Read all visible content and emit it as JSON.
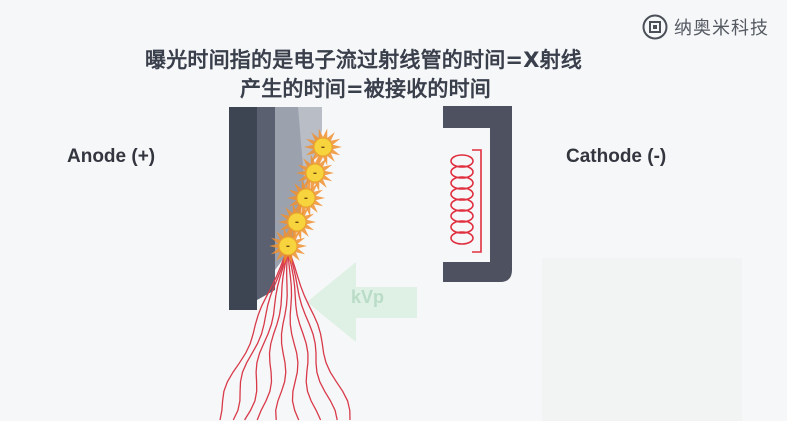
{
  "header": {
    "title_line1": "曝光时间指的是电子流过射线管的时间=X射线",
    "title_line2": "产生的时间=被接收的时间"
  },
  "logo": {
    "text": "纳奥米科技",
    "icon": "company-seal-icon"
  },
  "diagram": {
    "anode_label": "Anode (+)",
    "cathode_label": "Cathode (-)",
    "arrow_label": "kVp",
    "electron_symbol": "-"
  },
  "colors": {
    "anode_dark": "#3e4552",
    "anode_light": "#9ca2ad",
    "cathode": "#4d5160",
    "filament": "#e03040",
    "xray_lines": "#d83a4a",
    "electron_fill": "#f7d33d",
    "spark": "#f0902f",
    "kvp_arrow": "#dff0e4"
  }
}
